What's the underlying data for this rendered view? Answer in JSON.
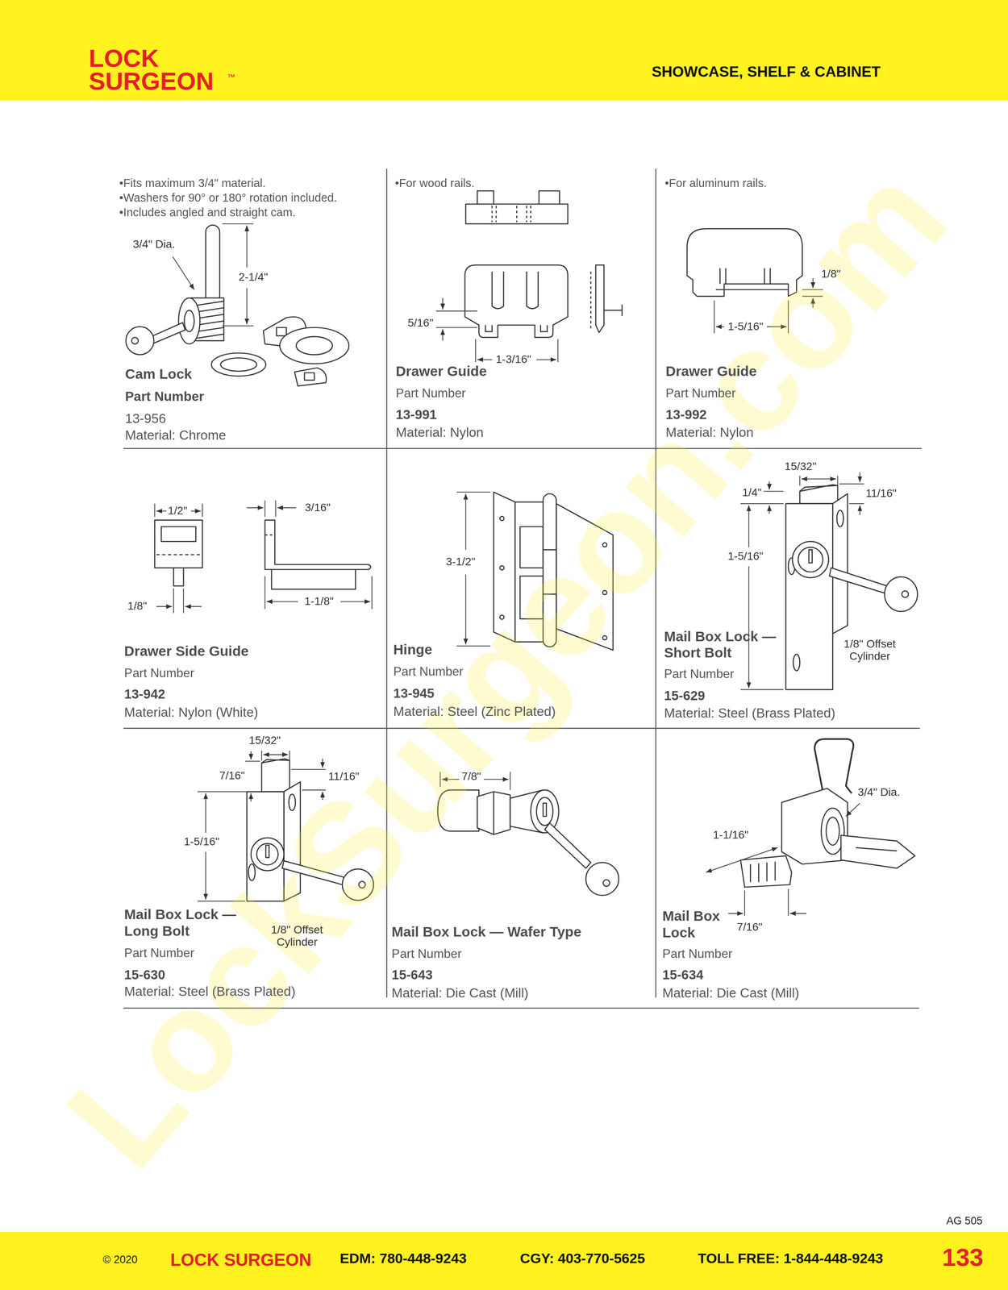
{
  "diagram": {
    "title": "SHOWCASE, SHELF & CABINET",
    "nodes": [
      {
        "text": [
          "LOCK SURGEON"
        ]
      },
      {
        "text": [
          "•Fits maximum 3/4\" material.",
          "•Washers for 90° or 180° rotation included.",
          "•Includes angled and straight cam.",
          "Cam Lock",
          "Part Number",
          "13-956",
          "Material: Chrome"
        ]
      },
      {
        "text": [
          "•For wood rails.",
          "Drawer Guide",
          "Part Number",
          "13-991",
          "Material: Nylon"
        ]
      },
      {
        "text": [
          "•For aluminum rails.",
          "Drawer Guide",
          "Part Number",
          "13-992",
          "Material: Nylon"
        ]
      },
      {
        "text": [
          "Drawer Side Guide",
          "Part Number",
          "13-942",
          "Material: Nylon (White)"
        ]
      },
      {
        "text": [
          "Hinge",
          "Part Number",
          "13-945",
          "Material: Steel (Zinc Plated)"
        ]
      },
      {
        "text": [
          "Mail Box Lock — Short Bolt",
          "Part Number",
          "15-629",
          "Material: Steel (Brass Plated)"
        ]
      },
      {
        "text": [
          "Mail Box Lock — Long Bolt",
          "Part Number",
          "15-630",
          "Material: Steel (Brass Plated)"
        ]
      },
      {
        "text": [
          "Mail Box Lock — Wafer Type",
          "Part Number",
          "15-643",
          "Material: Die Cast (Mill)"
        ]
      },
      {
        "text": [
          "Mail Box Lock",
          "Part Number",
          "15-634",
          "Material: Die Cast (Mill)"
        ]
      },
      {
        "text": [
          "© 2020",
          "LOCK SURGEON",
          "EDM: 780-448-9243",
          "CGY: 403-770-5625",
          "TOLL FREE: 1-844-448-9243",
          "133"
        ]
      }
    ],
    "labels": [
      "3/4\" Dia.",
      "2-1/4\"",
      "5/16\"",
      "1-3/16\"",
      "1/8\"",
      "1-5/16\"",
      "1/2\"",
      "3/16\"",
      "1/8\"",
      "1-1/8\"",
      "3-1/2\"",
      "15/32\"",
      "1/4\"",
      "11/16\"",
      "1-5/16\"",
      "1/8\" Offset Cylinder",
      "15/32\"",
      "7/16\"",
      "11/16\"",
      "1-5/16\"",
      "1/8\" Offset Cylinder",
      "7/8\"",
      "3/4\" Dia.",
      "1-1/16\"",
      "7/16\"",
      "™",
      "AG 505",
      "LockSurgeon.com"
    ]
  }
}
